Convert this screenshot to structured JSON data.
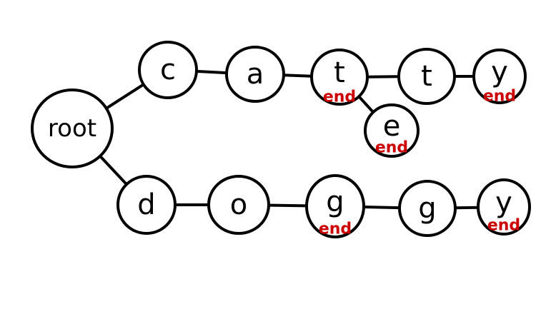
{
  "colors": {
    "stroke": "#000000",
    "end_marker": "#cc0000",
    "background": "#ffffff"
  },
  "trie": {
    "nodes": [
      {
        "id": "root",
        "label": "root",
        "end_label": ""
      },
      {
        "id": "c",
        "label": "c",
        "end_label": ""
      },
      {
        "id": "a",
        "label": "a",
        "end_label": ""
      },
      {
        "id": "t1",
        "label": "t",
        "end_label": "end"
      },
      {
        "id": "t2",
        "label": "t",
        "end_label": ""
      },
      {
        "id": "y1",
        "label": "y",
        "end_label": "end"
      },
      {
        "id": "e",
        "label": "e",
        "end_label": "end"
      },
      {
        "id": "d",
        "label": "d",
        "end_label": ""
      },
      {
        "id": "o",
        "label": "o",
        "end_label": ""
      },
      {
        "id": "g1",
        "label": "g",
        "end_label": "end"
      },
      {
        "id": "g2",
        "label": "g",
        "end_label": ""
      },
      {
        "id": "y2",
        "label": "y",
        "end_label": "end"
      }
    ],
    "edges": [
      [
        "root",
        "c"
      ],
      [
        "c",
        "a"
      ],
      [
        "a",
        "t1"
      ],
      [
        "t1",
        "t2"
      ],
      [
        "t2",
        "y1"
      ],
      [
        "t1",
        "e"
      ],
      [
        "root",
        "d"
      ],
      [
        "d",
        "o"
      ],
      [
        "o",
        "g1"
      ],
      [
        "g1",
        "g2"
      ],
      [
        "g2",
        "y2"
      ]
    ]
  }
}
